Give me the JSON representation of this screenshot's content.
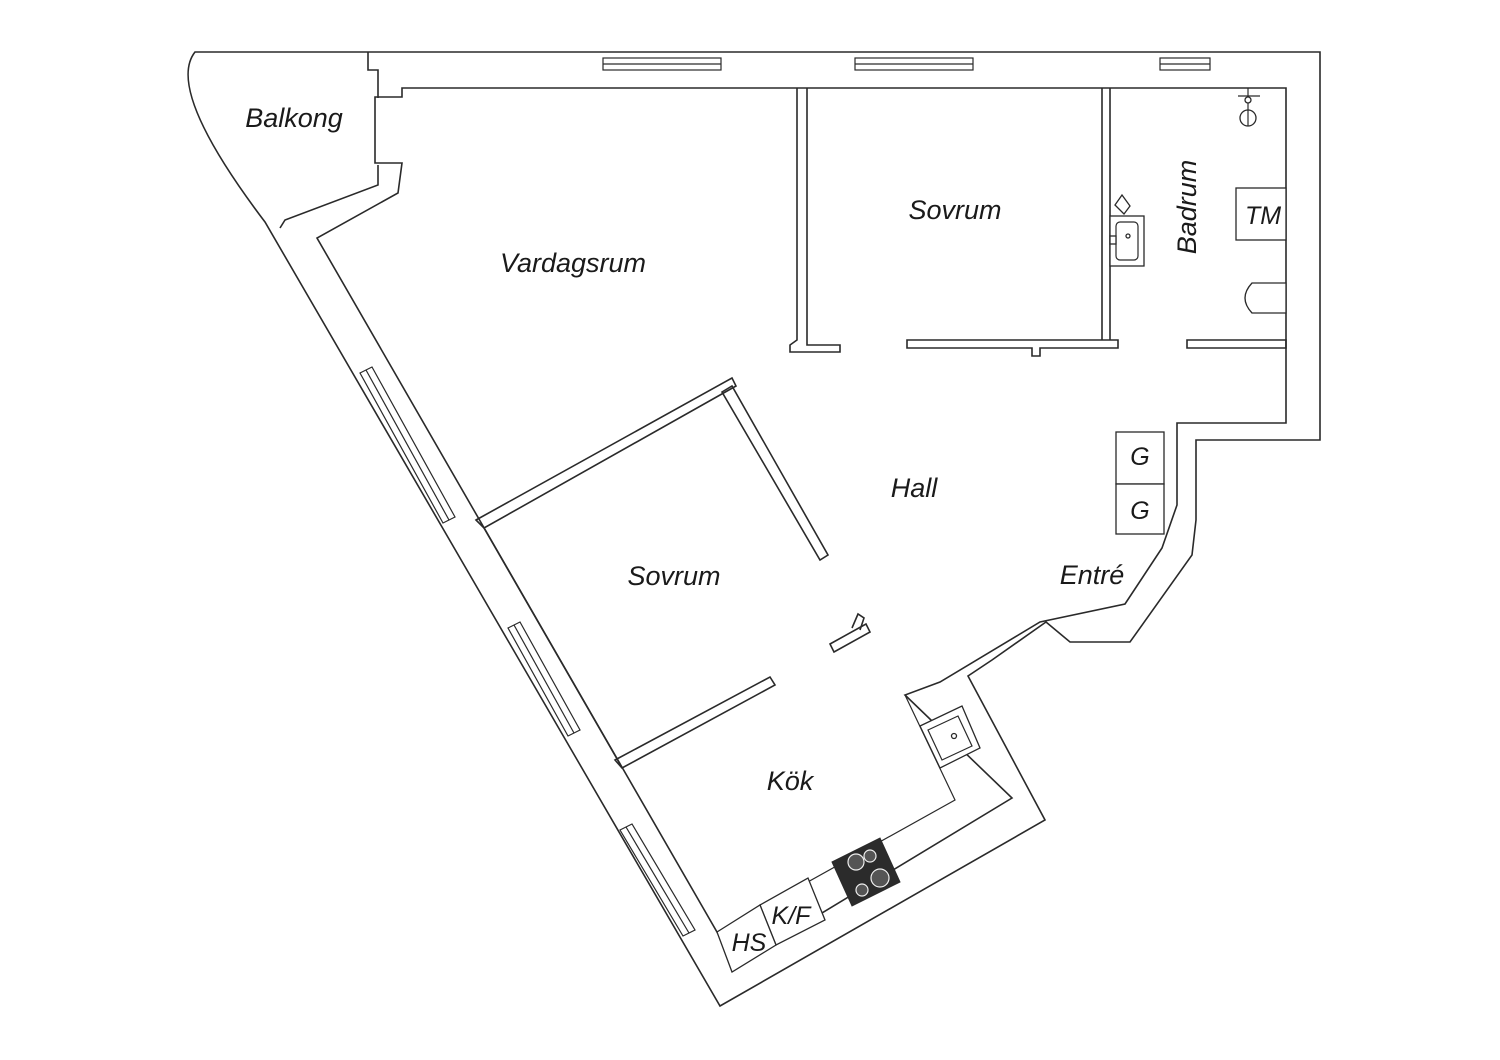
{
  "rooms": {
    "balkong": "Balkong",
    "vardagsrum": "Vardagsrum",
    "sovrum_top": "Sovrum",
    "badrum": "Badrum",
    "hall": "Hall",
    "sovrum_bottom": "Sovrum",
    "entre": "Entré",
    "kok": "Kök"
  },
  "fixtures": {
    "tm": "TM",
    "g_upper": "G",
    "g_lower": "G",
    "kf": "K/F",
    "hs": "HS"
  }
}
